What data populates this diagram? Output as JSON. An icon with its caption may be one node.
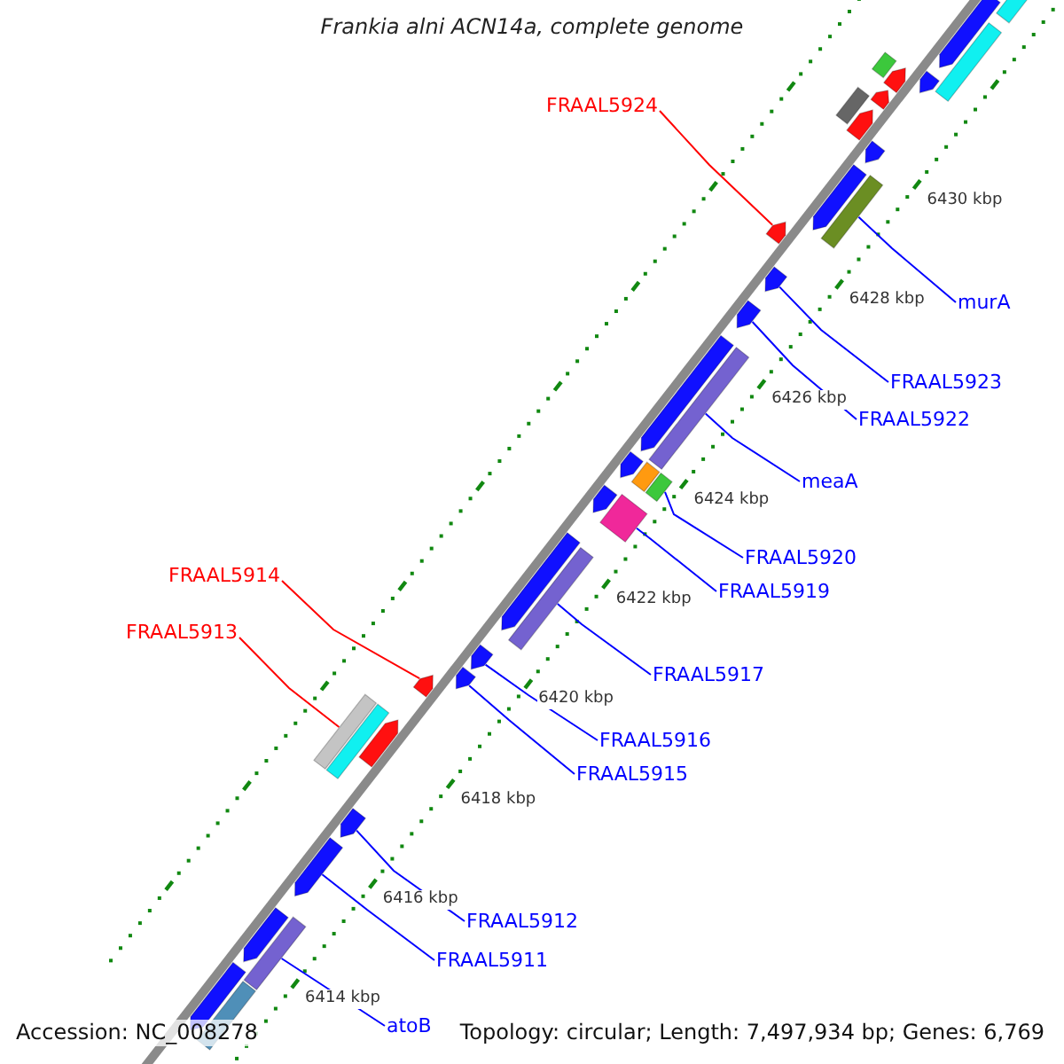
{
  "diagram": {
    "title": "Frankia alni ACN14a, complete genome",
    "nodes": [
      {
        "text": [
          "FRAAL5924"
        ]
      },
      {
        "text": [],
        "shape": "arrow"
      },
      {
        "text": [
          "murA"
        ]
      },
      {
        "text": [],
        "shape": "bar"
      },
      {
        "text": [
          "FRAAL5923"
        ]
      },
      {
        "text": [],
        "shape": "arrow"
      },
      {
        "text": [
          "FRAAL5922"
        ]
      },
      {
        "text": [],
        "shape": "arrow"
      },
      {
        "text": [
          "meaA"
        ]
      },
      {
        "text": [],
        "shape": "bar"
      },
      {
        "text": [
          "FRAAL5920"
        ]
      },
      {
        "text": [],
        "shape": "bar"
      },
      {
        "text": [
          "FRAAL5914"
        ]
      },
      {
        "text": [],
        "shape": "arrow"
      },
      {
        "text": [
          "FRAAL5919"
        ]
      },
      {
        "text": [],
        "shape": "bar"
      },
      {
        "text": [
          "FRAAL5913"
        ]
      },
      {
        "text": [],
        "shape": "bar"
      },
      {
        "text": [
          "FRAAL5917"
        ]
      },
      {
        "text": [],
        "shape": "bar"
      },
      {
        "text": [
          "FRAAL5916"
        ]
      },
      {
        "text": [],
        "shape": "arrow"
      },
      {
        "text": [
          "FRAAL5915"
        ]
      },
      {
        "text": [],
        "shape": "arrow"
      },
      {
        "text": [
          "FRAAL5912"
        ]
      },
      {
        "text": [],
        "shape": "arrow"
      },
      {
        "text": [
          "FRAAL5911"
        ]
      },
      {
        "text": [],
        "shape": "arrow"
      },
      {
        "text": [
          "atoB"
        ]
      },
      {
        "text": [],
        "shape": "bar"
      },
      {
        "text": [],
        "shape": "bar"
      },
      {
        "text": [],
        "shape": "arrow"
      },
      {
        "text": [],
        "shape": "bar"
      },
      {
        "text": [],
        "shape": "arrow"
      },
      {
        "text": [],
        "shape": "bar"
      },
      {
        "text": [],
        "shape": "arrow"
      },
      {
        "text": [],
        "shape": "arrow"
      },
      {
        "text": [],
        "shape": "bar"
      },
      {
        "text": [],
        "shape": "arrow"
      },
      {
        "text": [],
        "shape": "arrow"
      },
      {
        "text": [],
        "shape": "arrow"
      },
      {
        "text": [],
        "shape": "arrow"
      },
      {
        "text": [],
        "shape": "bar"
      },
      {
        "text": [],
        "shape": "arrow"
      },
      {
        "text": [],
        "shape": "arrow"
      },
      {
        "text": [],
        "shape": "arrow"
      },
      {
        "text": [],
        "shape": "arrow"
      },
      {
        "text": [],
        "shape": "bar"
      },
      {
        "text": [],
        "shape": "arrow"
      },
      {
        "text": [],
        "shape": "arrow"
      },
      {
        "text": [],
        "shape": "bar"
      }
    ],
    "edges": [
      {
        "from": 0,
        "to": 1,
        "arrow": "none",
        "color": "#ff0000"
      },
      {
        "from": 2,
        "to": 3,
        "arrow": "none"
      },
      {
        "from": 4,
        "to": 5,
        "arrow": "none"
      },
      {
        "from": 6,
        "to": 7,
        "arrow": "none"
      },
      {
        "from": 8,
        "to": 9,
        "arrow": "none"
      },
      {
        "from": 10,
        "to": 11,
        "arrow": "none"
      },
      {
        "from": 12,
        "to": 13,
        "arrow": "none",
        "color": "#ff0000"
      },
      {
        "from": 14,
        "to": 15,
        "arrow": "none"
      },
      {
        "from": 16,
        "to": 17,
        "arrow": "none",
        "color": "#ff0000"
      },
      {
        "from": 18,
        "to": 19,
        "arrow": "none"
      },
      {
        "from": 20,
        "to": 21,
        "arrow": "none"
      },
      {
        "from": 22,
        "to": 23,
        "arrow": "none"
      },
      {
        "from": 24,
        "to": 25,
        "arrow": "none"
      },
      {
        "from": 26,
        "to": 27,
        "arrow": "none"
      },
      {
        "from": 28,
        "to": 29,
        "arrow": "none"
      }
    ],
    "labels": [
      "6430 kbp",
      "6428 kbp",
      "6426 kbp",
      "6424 kbp",
      "6422 kbp",
      "6420 kbp",
      "6418 kbp",
      "6416 kbp",
      "6414 kbp",
      "Accession: NC_008278",
      "Topology: circular; Length: 7,497,934 bp; Genes: 6,769"
    ]
  }
}
